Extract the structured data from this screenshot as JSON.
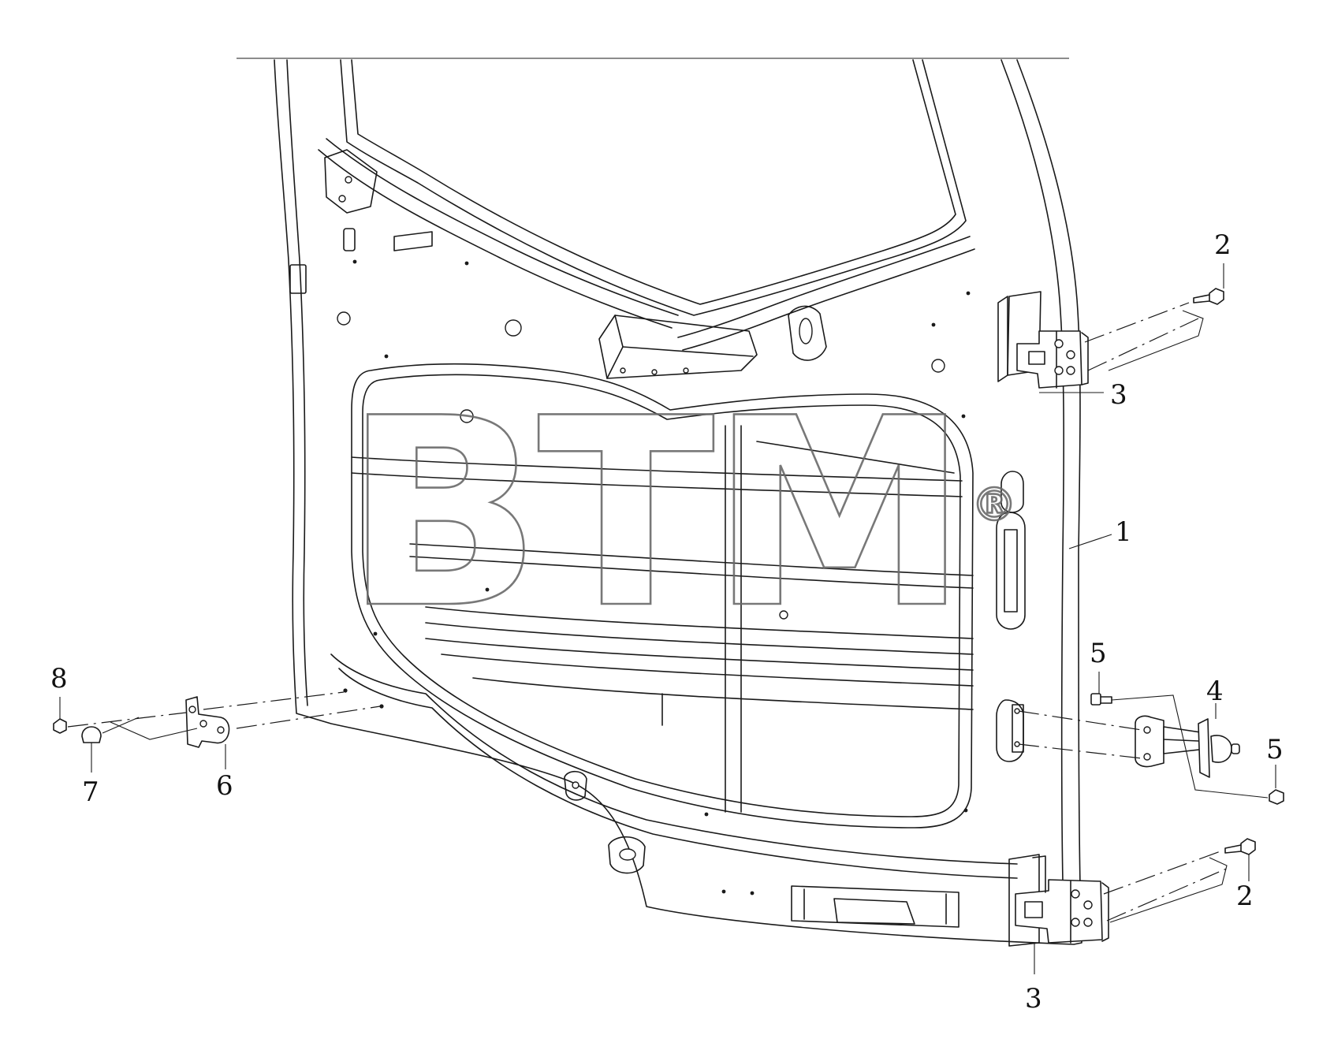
{
  "diagram": {
    "title": "",
    "callouts": [
      {
        "id": "callout-1",
        "label": "1"
      },
      {
        "id": "callout-2-top",
        "label": "2"
      },
      {
        "id": "callout-2-bottom",
        "label": "2"
      },
      {
        "id": "callout-3-top",
        "label": "3"
      },
      {
        "id": "callout-3-bottom",
        "label": "3"
      },
      {
        "id": "callout-4",
        "label": "4"
      },
      {
        "id": "callout-5-top",
        "label": "5"
      },
      {
        "id": "callout-5-bottom",
        "label": "5"
      },
      {
        "id": "callout-6",
        "label": "6"
      },
      {
        "id": "callout-7",
        "label": "7"
      },
      {
        "id": "callout-8",
        "label": "8"
      }
    ]
  },
  "watermark": {
    "text": "BTM",
    "registered_mark": "®"
  },
  "colors": {
    "line": "#1a1a1a",
    "watermark": "#6a6a6a",
    "background": "#ffffff"
  }
}
